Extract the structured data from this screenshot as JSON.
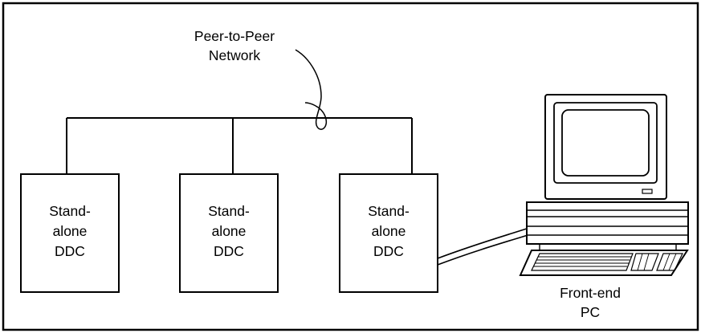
{
  "network_label": {
    "line1": "Peer-to-Peer",
    "line2": "Network"
  },
  "controllers": [
    {
      "line1": "Stand-",
      "line2": "alone",
      "line3": "DDC"
    },
    {
      "line1": "Stand-",
      "line2": "alone",
      "line3": "DDC"
    },
    {
      "line1": "Stand-",
      "line2": "alone",
      "line3": "DDC"
    }
  ],
  "pc_label": {
    "line1": "Front-end",
    "line2": "PC"
  },
  "colors": {
    "line": "#000000",
    "background": "#ffffff"
  }
}
